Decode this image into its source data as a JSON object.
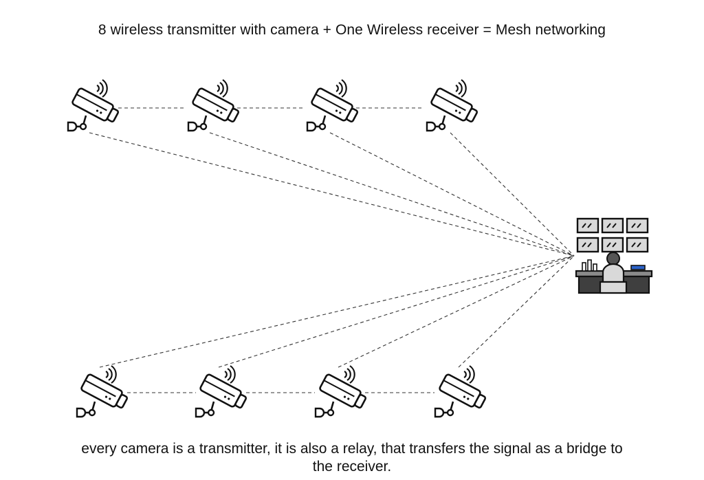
{
  "title": "8 wireless transmitter with camera + One Wireless receiver = Mesh networking",
  "caption_line1": "every camera is a transmitter, it is also a relay, that transfers the signal as a bridge to",
  "caption_line2": "the receiver.",
  "nodes": {
    "cameras_top": [
      "camera-1",
      "camera-2",
      "camera-3",
      "camera-4"
    ],
    "cameras_bottom": [
      "camera-5",
      "camera-6",
      "camera-7",
      "camera-8"
    ],
    "receiver": "monitoring-station"
  },
  "colors": {
    "line": "#333333",
    "icon_stroke": "#111111",
    "monitor_fill": "#d9d9d9",
    "desk_fill": "#3f3f3f",
    "accent_blue": "#2b62c9"
  }
}
